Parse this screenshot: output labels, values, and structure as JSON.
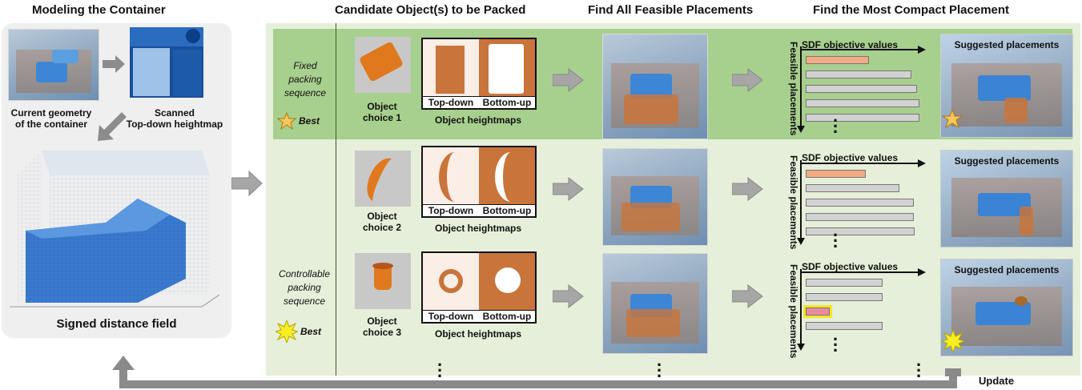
{
  "headers": {
    "modeling": "Modeling the Container",
    "candidates": "Candidate Object(s) to be Packed",
    "feasible": "Find All Feasible Placements",
    "compact": "Find the Most Compact Placement"
  },
  "left_panel": {
    "current_geometry": "Current geometry\nof the container",
    "scanned": "Scanned\nTop-down heightmap",
    "sdf": "Signed distance field"
  },
  "sequences": {
    "fixed": "Fixed\npacking\nsequence",
    "controllable": "Controllable\npacking\nsequence",
    "best": "Best"
  },
  "rows": [
    {
      "choice": "Object\nchoice 1",
      "topdown": "Top-down",
      "bottomup": "Bottom-up",
      "heightmaps": "Object heightmaps",
      "sdf_title": "SDF objective values",
      "feasible_label": "Feasible placements",
      "suggested": "Suggested placements",
      "bars": [
        0.55,
        0.93,
        0.98,
        1.0,
        1.0
      ],
      "best_index": 0
    },
    {
      "choice": "Object\nchoice 2",
      "topdown": "Top-down",
      "bottomup": "Bottom-up",
      "heightmaps": "Object heightmaps",
      "sdf_title": "SDF objective values",
      "feasible_label": "Feasible placements",
      "suggested": "Suggested placements",
      "bars": [
        0.52,
        0.82,
        0.95,
        0.95,
        0.96
      ],
      "best_index": 0
    },
    {
      "choice": "Object\nchoice 3",
      "topdown": "Top-down",
      "bottomup": "Bottom-up",
      "heightmaps": "Object heightmaps",
      "sdf_title": "SDF objective values",
      "feasible_label": "Feasible placements",
      "suggested": "Suggested placements",
      "bars": [
        0.67,
        0.67,
        0.2,
        0.67
      ],
      "best_index": 2
    }
  ],
  "update": "Update",
  "colors": {
    "green_dark": "#a7cf8e",
    "green_light": "#e6efd9",
    "orange": "#c9743b",
    "blue": "#3b83d4",
    "arrow_gray": "#a6a6a6",
    "highlight": "#f5e623"
  }
}
